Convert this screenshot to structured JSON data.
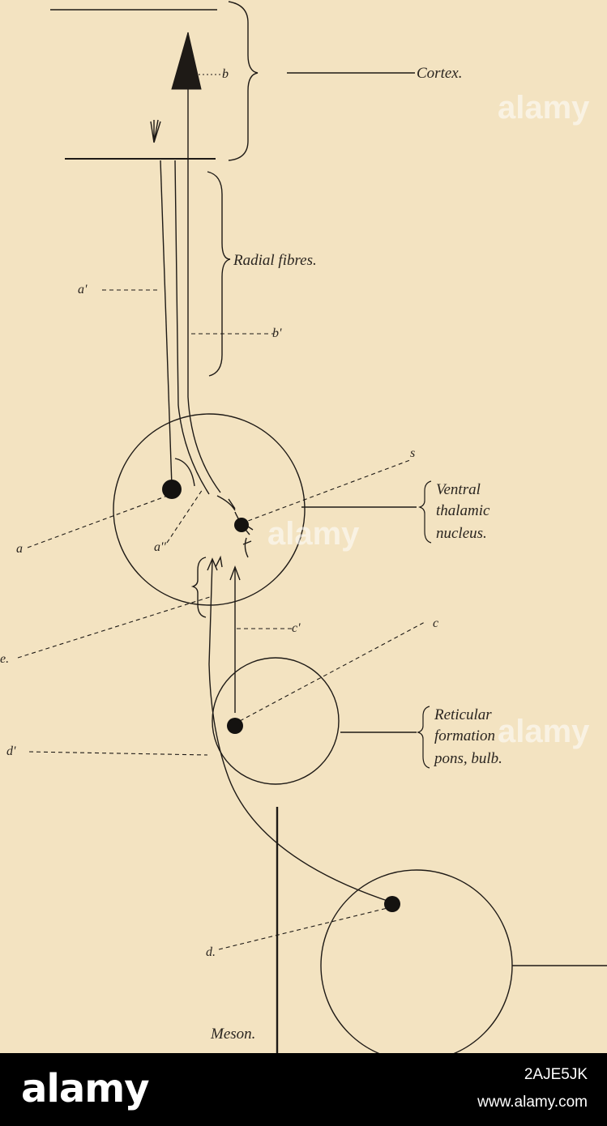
{
  "labels": {
    "cortex": "Cortex.",
    "radial_fibres": "Radial fibres.",
    "ventral": "Ventral",
    "thalamic": "thalamic",
    "nucleus": "nucleus.",
    "reticular": "Reticular",
    "formation": "formation",
    "pons_bulb": "pons, bulb.",
    "meson": "Meson.",
    "a": "a",
    "a_prime": "a'",
    "a_double": "a''",
    "b": "b",
    "b_prime": "b'",
    "c": "c",
    "c_prime": "c'",
    "d": "d.",
    "d_prime": "d'",
    "e": "e.",
    "s": "s"
  },
  "watermark": {
    "text": "alamy",
    "image_id": "2AJE5JK",
    "url": "www.alamy.com"
  },
  "colors": {
    "paper": "#f3e3c1",
    "ink": "#1e1a16",
    "footer": "#000000"
  }
}
